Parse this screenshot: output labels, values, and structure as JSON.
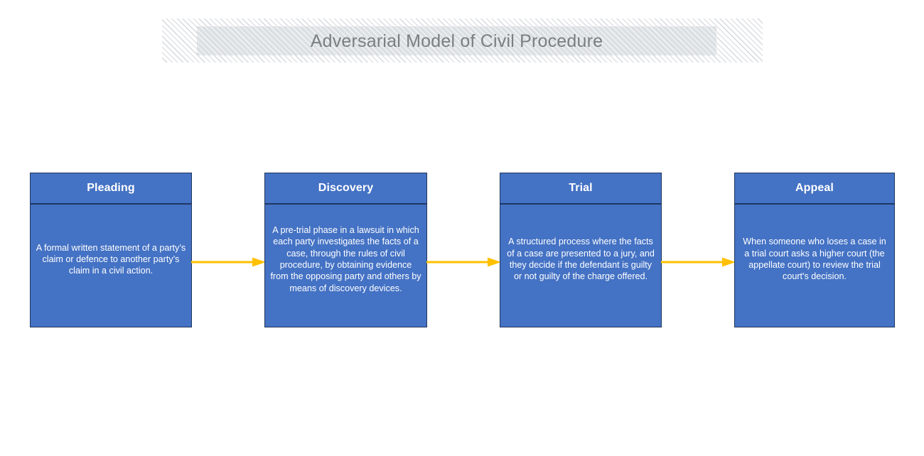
{
  "page": {
    "background_color": "#ffffff",
    "title": "Adversarial Model of Civil Procedure"
  },
  "banner": {
    "title": "Adversarial Model of Civil Procedure",
    "text_color": "#7b7f82",
    "plate_color": "#d8dde0",
    "hatch_color": "#d6d9dd"
  },
  "theme": {
    "box_fill": "#4472C4",
    "box_border": "#20365C",
    "header_divider": "#1F3864",
    "text_color": "#FFFFFF",
    "arrow_color": "#FFC000"
  },
  "diagram": {
    "type": "linear-process-flow",
    "stages": [
      {
        "id": "pleading",
        "title": "Pleading",
        "description": "A formal written statement of a party’s claim or defence to another party’s claim in a civil action."
      },
      {
        "id": "discovery",
        "title": "Discovery",
        "description": "A pre-trial phase in a lawsuit in which each party investigates the facts of a case, through the rules of civil procedure, by obtaining evidence from the opposing party and others by means of discovery devices."
      },
      {
        "id": "trial",
        "title": "Trial",
        "description": "A structured process where the facts of a case are presented to a jury, and they decide if the defendant is guilty or not guilty of the charge offered."
      },
      {
        "id": "appeal",
        "title": "Appeal",
        "description": "When someone who loses a case in a trial court asks a higher court (the appellate court) to review the trial court's decision."
      }
    ],
    "connectors": [
      {
        "id": "arrow-pleading-discovery",
        "from": "pleading",
        "to": "discovery",
        "icon": "arrow-right-icon"
      },
      {
        "id": "arrow-discovery-trial",
        "from": "discovery",
        "to": "trial",
        "icon": "arrow-right-icon"
      },
      {
        "id": "arrow-trial-appeal",
        "from": "trial",
        "to": "appeal",
        "icon": "arrow-right-icon"
      }
    ]
  }
}
